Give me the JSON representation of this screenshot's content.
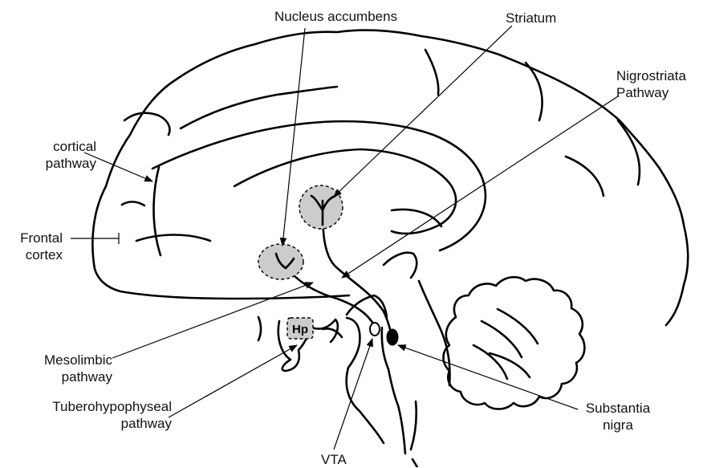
{
  "labels": {
    "nucleus_accumbens": "Nucleus accumbens",
    "striatum": "Striatum",
    "nigrostriata_line1": "Nigrostriata",
    "nigrostriata_line2": "Pathway",
    "cortical_line1": "cortical",
    "cortical_line2": "pathway",
    "frontal_line1": "Frontal",
    "frontal_line2": "cortex",
    "mesolimbic_line1": "Mesolimbic",
    "mesolimbic_line2": "pathway",
    "tubero_line1": "Tuberohypophyseal",
    "tubero_line2": "pathway",
    "substantia_line1": "Substantia",
    "substantia_line2": "nigra",
    "vta": "VTA",
    "hp": "Hp"
  },
  "colors": {
    "line": "#000000",
    "region_fill": "#cccccc",
    "background": "#ffffff"
  }
}
